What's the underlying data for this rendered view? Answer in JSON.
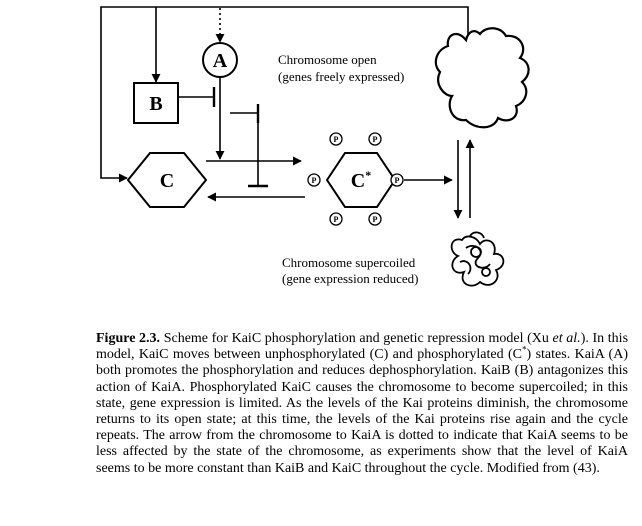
{
  "diagram": {
    "nodes": {
      "a": "A",
      "b": "B",
      "c": "C",
      "c_star": "C",
      "c_star_sup": "*",
      "phosphate": "P"
    },
    "chromosome_open": {
      "line1": "Chromosome open",
      "line2": "(genes freely expressed)"
    },
    "chromosome_supercoiled": {
      "line1": "Chromosome supercoiled",
      "line2": "(gene expression reduced)"
    }
  },
  "caption": {
    "figure_label": "Figure 2.3.",
    "text_1": "Scheme for KaiC phosphorylation and genetic repression model (Xu ",
    "et_al": "et al.",
    "text_2": "). In this model, KaiC moves between unphosphorylated (C) and phosphorylated (C",
    "sup": "*",
    "text_3": ") states.  KaiA (A) both promotes the phosphorylation and reduces dephosphorylation. KaiB (B) antagonizes this action of KaiA.  Phosphorylated KaiC causes the chromosome to become supercoiled; in this state, gene expression is limited.  As the levels of the Kai proteins diminish, the chromosome returns to its open state; at this time, the levels of the Kai proteins rise again and the cycle repeats.  The arrow from the chromosome to KaiA is dotted to indicate that KaiA seems to be less affected by the state of the chromosome, as experiments show that the level of KaiA seems to be more constant than KaiB and KaiC throughout the cycle.  Modified from (43)."
  }
}
